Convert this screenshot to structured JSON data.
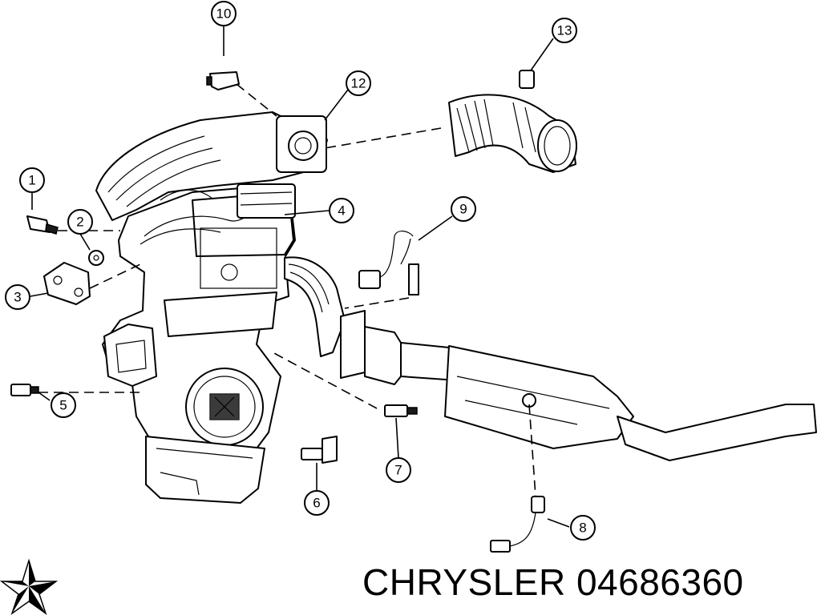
{
  "brand": {
    "text": "CHRYSLER 04686360",
    "logo_icon": "chrysler-pentastar-icon"
  },
  "callouts": [
    "1",
    "2",
    "3",
    "4",
    "5",
    "6",
    "7",
    "8",
    "9",
    "10",
    "12",
    "13"
  ],
  "colors": {
    "line": "#000000",
    "background": "#ffffff"
  }
}
